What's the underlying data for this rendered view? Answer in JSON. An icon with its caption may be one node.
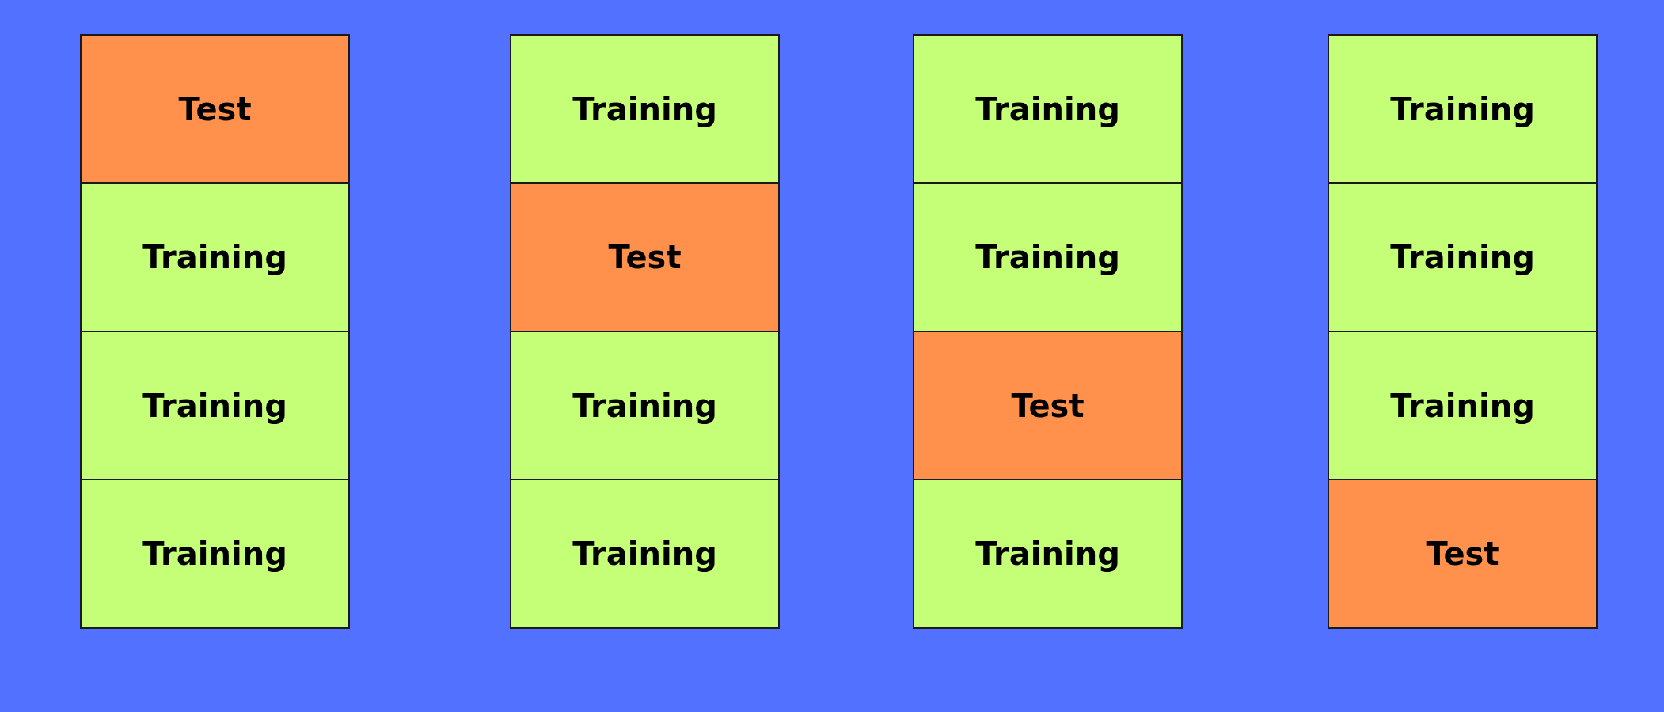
{
  "diagram": {
    "nodes": [
      {
        "text": [
          "Test"
        ]
      },
      {
        "text": [
          "Training"
        ]
      },
      {
        "text": [
          "Training"
        ]
      },
      {
        "text": [
          "Training"
        ]
      },
      {
        "text": [
          "Training"
        ]
      },
      {
        "text": [
          "Test"
        ]
      },
      {
        "text": [
          "Training"
        ]
      },
      {
        "text": [
          "Training"
        ]
      },
      {
        "text": [
          "Training"
        ]
      },
      {
        "text": [
          "Training"
        ]
      },
      {
        "text": [
          "Test"
        ]
      },
      {
        "text": [
          "Training"
        ]
      },
      {
        "text": [
          "Training"
        ]
      },
      {
        "text": [
          "Training"
        ]
      },
      {
        "text": [
          "Training"
        ]
      },
      {
        "text": [
          "Test"
        ]
      }
    ]
  }
}
